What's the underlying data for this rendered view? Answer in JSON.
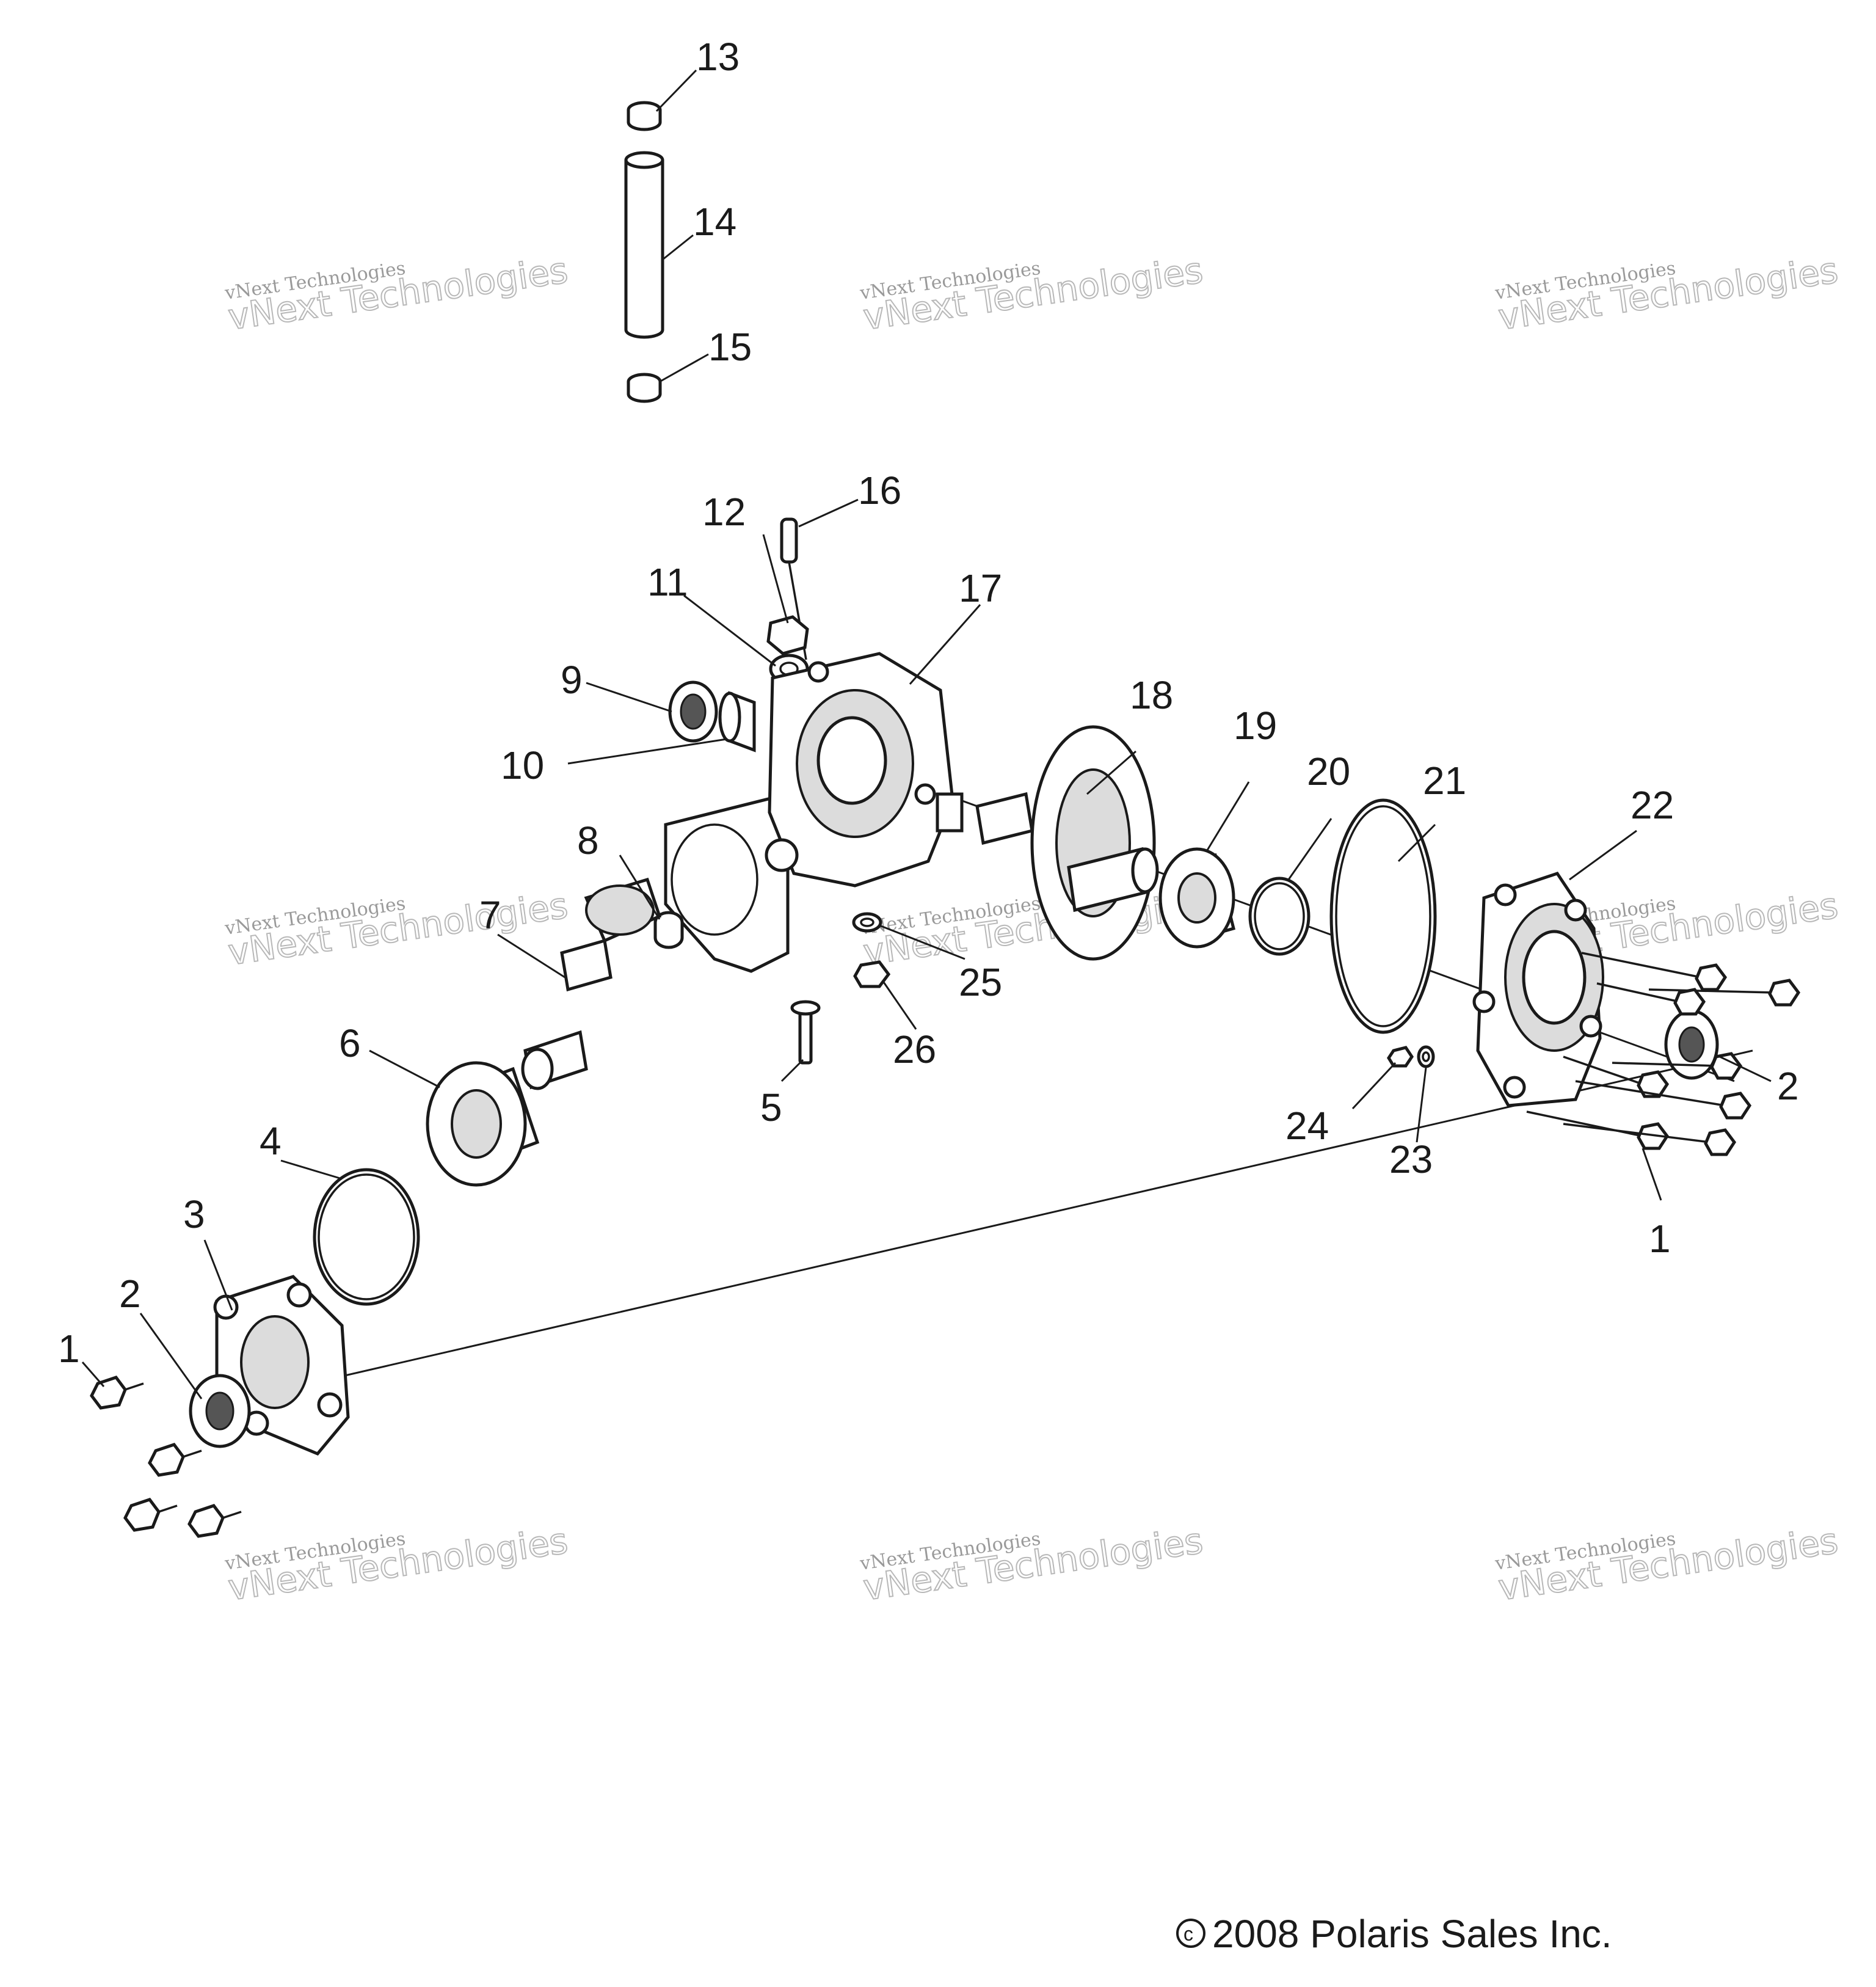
{
  "copyright": "2008 Polaris Sales Inc.",
  "watermark": {
    "line1": "vNext Technologies",
    "line2": "vNext Technologies"
  },
  "labels": {
    "p1": "1",
    "p2": "2",
    "p3": "3",
    "p4": "4",
    "p5": "5",
    "p6": "6",
    "p7": "7",
    "p8": "8",
    "p9": "9",
    "p10": "10",
    "p11": "11",
    "p12": "12",
    "p13": "13",
    "p14": "14",
    "p15": "15",
    "p16": "16",
    "p17": "17",
    "p18": "18",
    "p19": "19",
    "p20": "20",
    "p21": "21",
    "p22": "22",
    "p23": "23",
    "p24": "24",
    "p25": "25",
    "p26": "26"
  }
}
